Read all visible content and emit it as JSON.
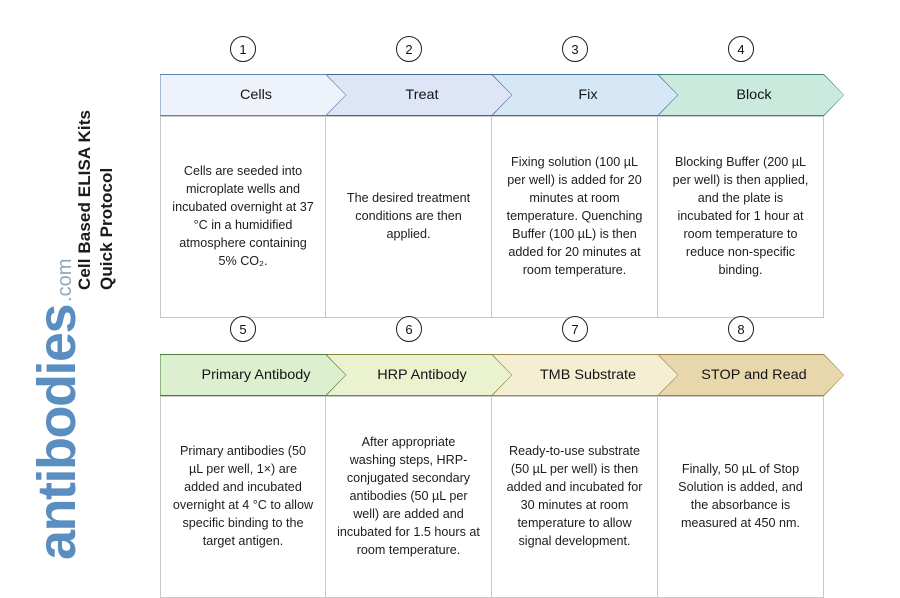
{
  "title": {
    "line1": "Cell Based ELISA Kits",
    "line2": "Quick Protocol"
  },
  "logo": {
    "word": "antibodies",
    "tld": ".com",
    "color": "#5a8ec0"
  },
  "colors": {
    "step1_fill": "#eef2fa",
    "step1_border": "#5b7fb0",
    "step2_fill": "#dde5f6",
    "step2_border": "#3f5d93",
    "step3_fill": "#d6e7f6",
    "step3_border": "#3f6d98",
    "step4_fill": "#caeade",
    "step4_border": "#3d7d78",
    "step5_fill": "#dcf0cf",
    "step5_border": "#3f7a2e",
    "step6_fill": "#eaf2cf",
    "step6_border": "#76812b",
    "step7_fill": "#f4efd2",
    "step7_border": "#9b8640",
    "step8_fill": "#e8d6ac",
    "step8_border": "#9c7c39",
    "body_border": "#c9c9c9",
    "badge_border": "#202020"
  },
  "rows": [
    {
      "name": "row-one",
      "steps": [
        {
          "number": "1",
          "label": "Cells",
          "text": "Cells are seeded into microplate wells and incubated overnight at 37 °C in a humidified atmosphere containing 5% CO₂."
        },
        {
          "number": "2",
          "label": "Treat",
          "text": "The desired treatment conditions are then applied."
        },
        {
          "number": "3",
          "label": "Fix",
          "text": "Fixing solution (100 µL per well) is added for 20 minutes at room temperature. Quenching Buffer (100 µL) is then added for 20 minutes at room temperature."
        },
        {
          "number": "4",
          "label": "Block",
          "text": "Blocking Buffer (200 µL per well) is then applied, and the plate is incubated for 1 hour at room temperature to reduce non-specific binding."
        }
      ]
    },
    {
      "name": "row-two",
      "steps": [
        {
          "number": "5",
          "label": "Primary Antibody",
          "text": "Primary antibodies (50 µL per well, 1×) are added and incubated overnight at 4 °C to allow specific binding to the target antigen."
        },
        {
          "number": "6",
          "label": "HRP Antibody",
          "text": "After appropriate washing steps, HRP-conjugated secondary antibodies (50 µL per well) are added and incubated for 1.5 hours at room temperature."
        },
        {
          "number": "7",
          "label": "TMB Substrate",
          "text": "Ready-to-use substrate (50 µL per well) is then added and incubated for 30 minutes at room temperature to allow signal development."
        },
        {
          "number": "8",
          "label": "STOP and Read",
          "text": "Finally, 50 µL of Stop Solution is added, and the absorbance is measured at 450 nm."
        }
      ]
    }
  ]
}
